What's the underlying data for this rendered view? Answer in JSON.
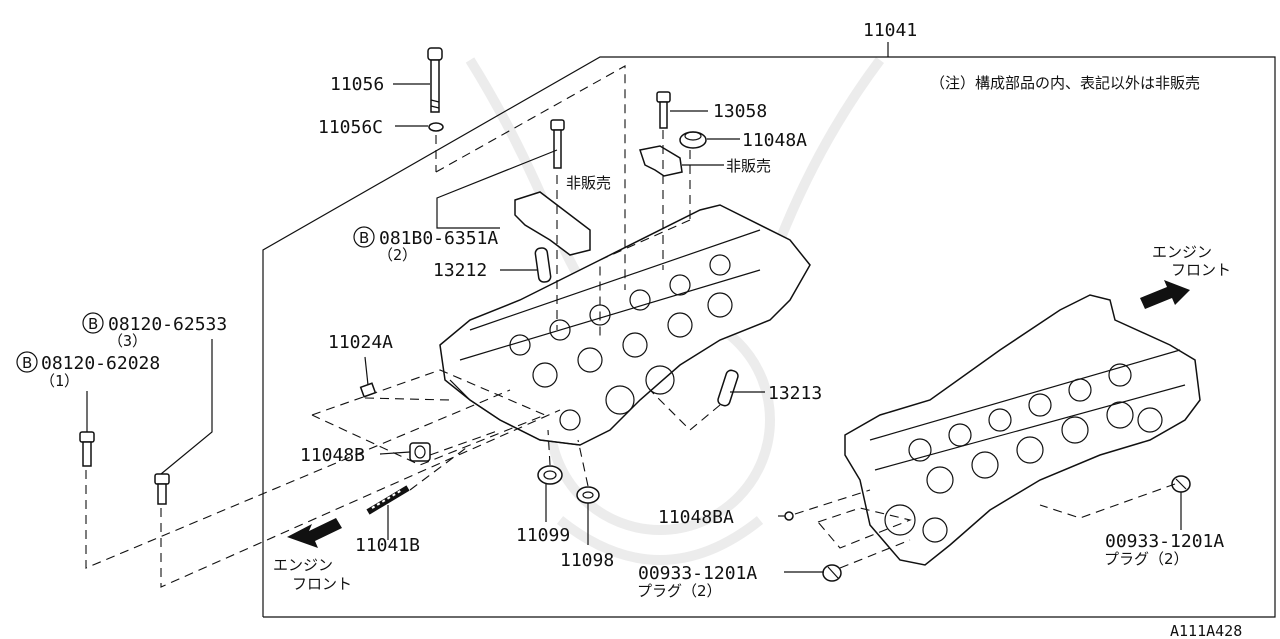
{
  "diagram": {
    "frame_label": "11041",
    "note": "（注）構成部品の内、表記以外は非販売",
    "figure_code": "A111A428",
    "direction_left": [
      "エンジン",
      "フロント"
    ],
    "direction_right": [
      "エンジン",
      "フロント"
    ],
    "labels": {
      "p11056": "11056",
      "p11056c": "11056C",
      "p13058": "13058",
      "p11048a": "11048A",
      "not_sold_1": "非販売",
      "not_sold_2": "非販売",
      "p081b0": "081B0-6351A",
      "p081b0_qty": "（2）",
      "p13212": "13212",
      "p08120_62533": "08120-62533",
      "p08120_62533_qty": "（3）",
      "p08120_62028": "08120-62028",
      "p08120_62028_qty": "（1）",
      "p11024a": "11024A",
      "p13213": "13213",
      "p11048b": "11048B",
      "p11041b": "11041B",
      "p11099": "11099",
      "p11098": "11098",
      "p11048ba": "11048BA",
      "p00933_left": "00933-1201A",
      "plug_left": "プラグ（2）",
      "p00933_right": "00933-1201A",
      "plug_right": "プラグ（2）",
      "bolt_marker": "B"
    }
  }
}
